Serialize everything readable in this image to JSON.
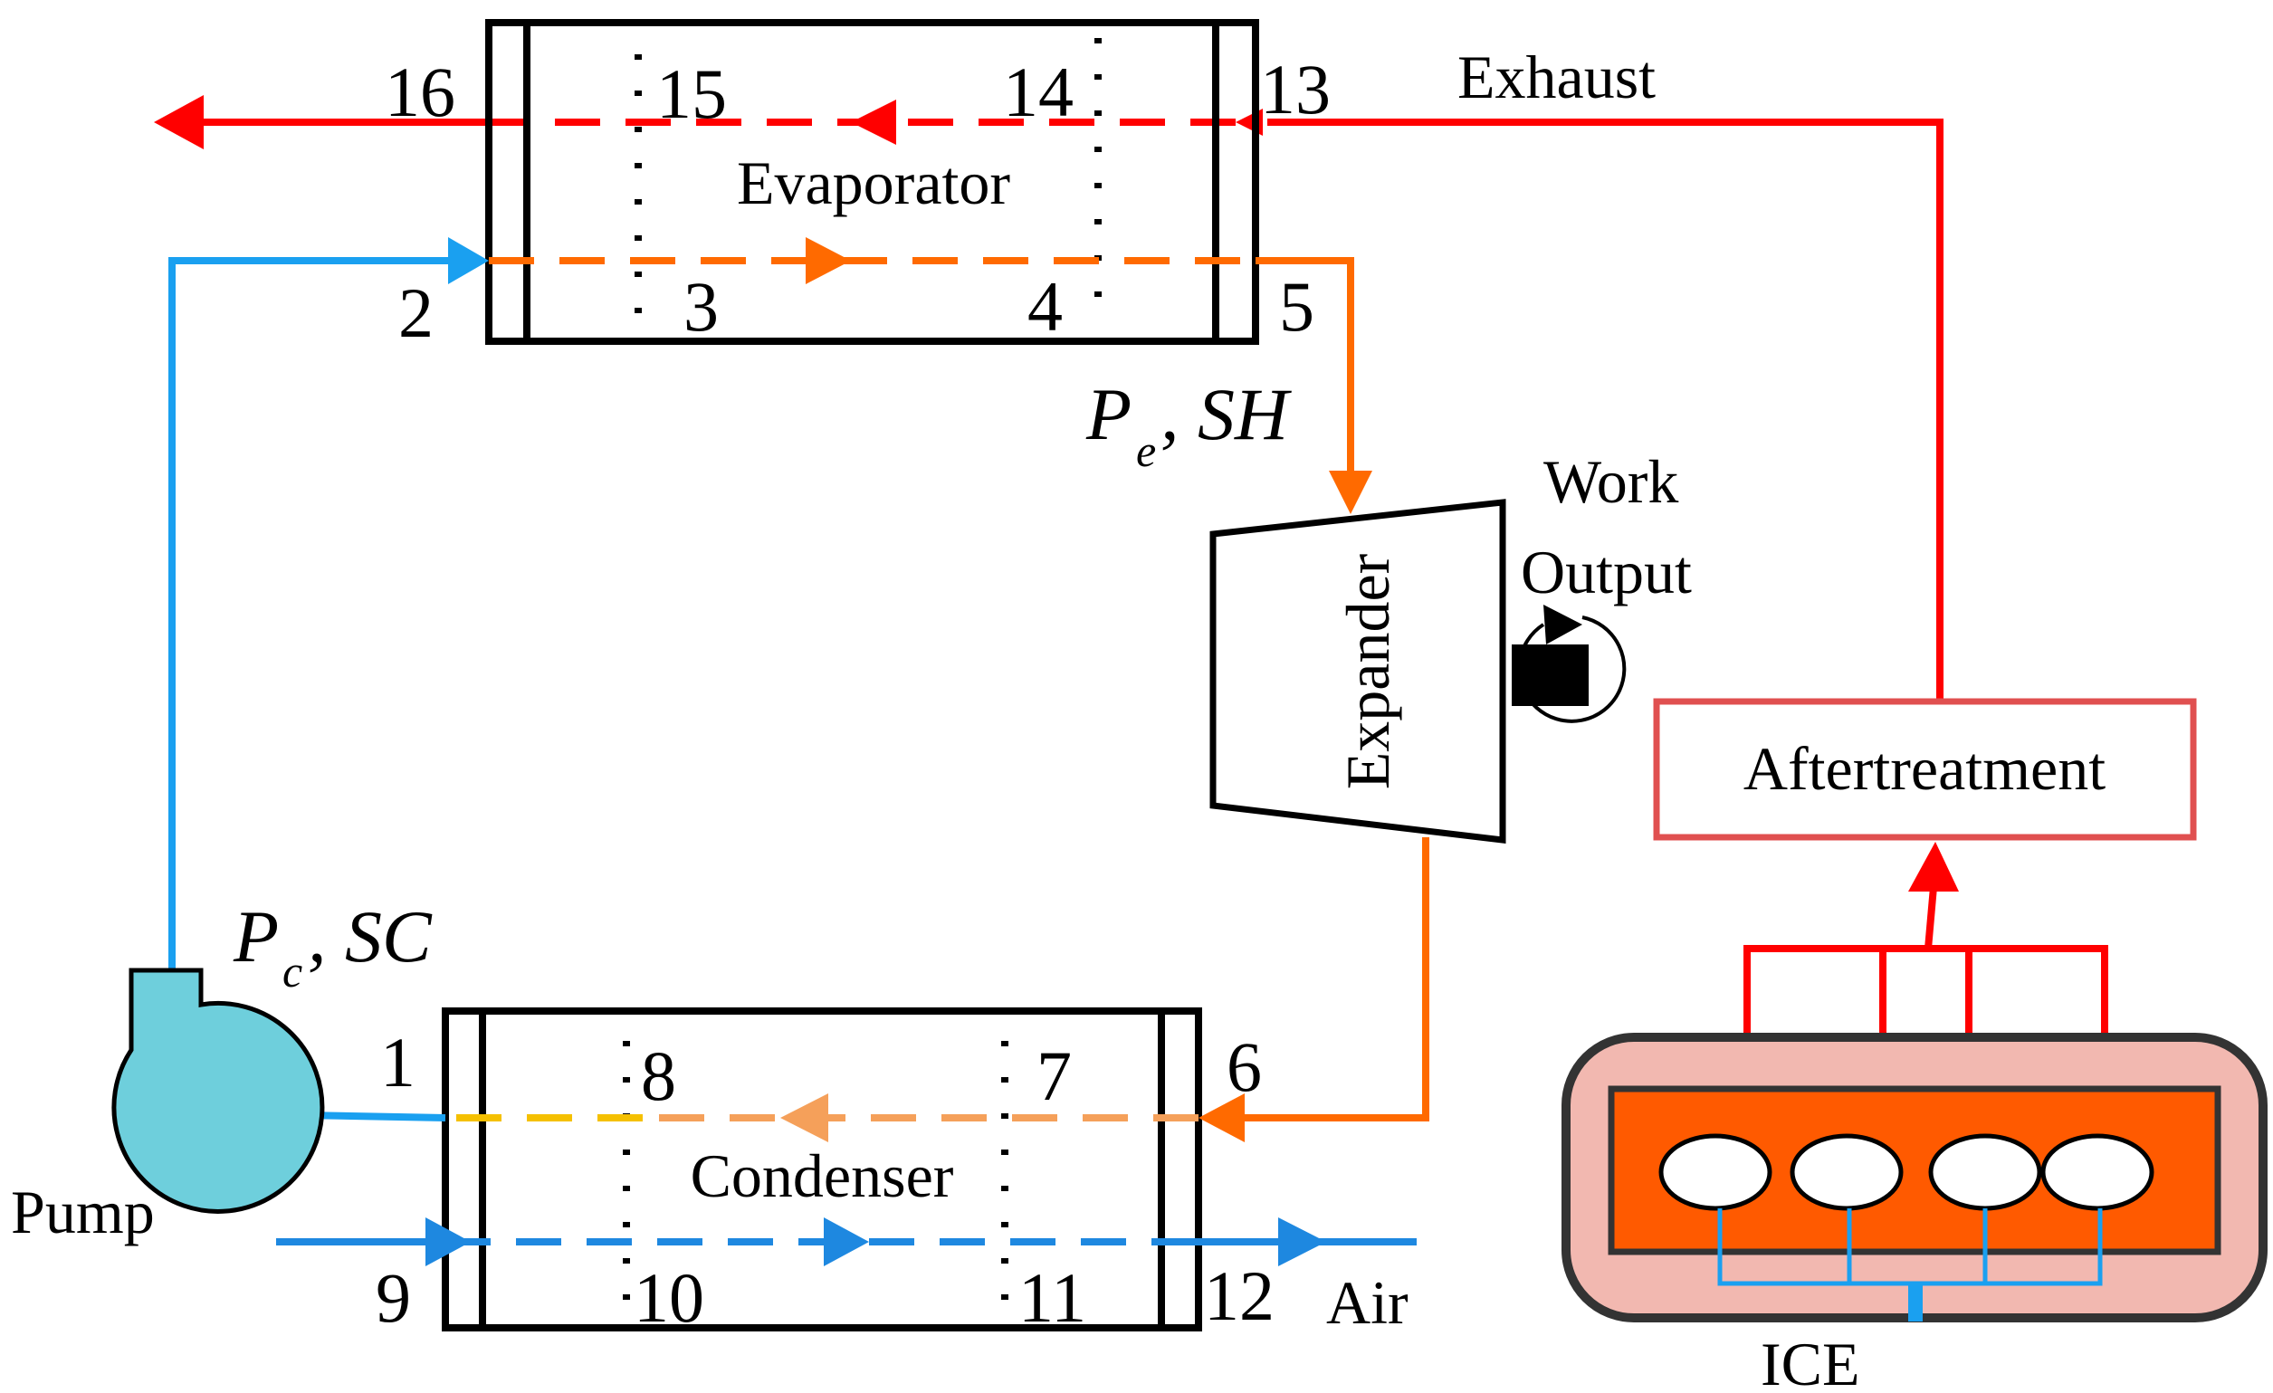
{
  "labels": {
    "evaporator": "Evaporator",
    "condenser": "Condenser",
    "expander": "Expander",
    "aftertreatment": "Aftertreatment",
    "pump": "Pump",
    "ice": "ICE",
    "exhaust": "Exhaust",
    "air": "Air",
    "work": "Work",
    "output": "Output",
    "pe_main": "P",
    "pe_sub": "e",
    "pe_rest": ", SH",
    "pc_main": "P",
    "pc_sub": "c",
    "pc_rest": ", SC"
  },
  "states": {
    "s1": "1",
    "s2": "2",
    "s3": "3",
    "s4": "4",
    "s5": "5",
    "s6": "6",
    "s7": "7",
    "s8": "8",
    "s9": "9",
    "s10": "10",
    "s11": "11",
    "s12": "12",
    "s13": "13",
    "s14": "14",
    "s15": "15",
    "s16": "16"
  },
  "colors": {
    "exhaust": "#ff0000",
    "working_fluid_cold": "#1aa0f0",
    "working_fluid_hot": "#ff6a00",
    "condensing_vapor": "#f5a05a",
    "condensate": "#f5c000",
    "air": "#1e88e0",
    "pump_fill": "#6ecfdc",
    "engine_block": "#ff5a00",
    "engine_outer": "#f2b8b0",
    "aftertreatment_border": "#e05050"
  }
}
